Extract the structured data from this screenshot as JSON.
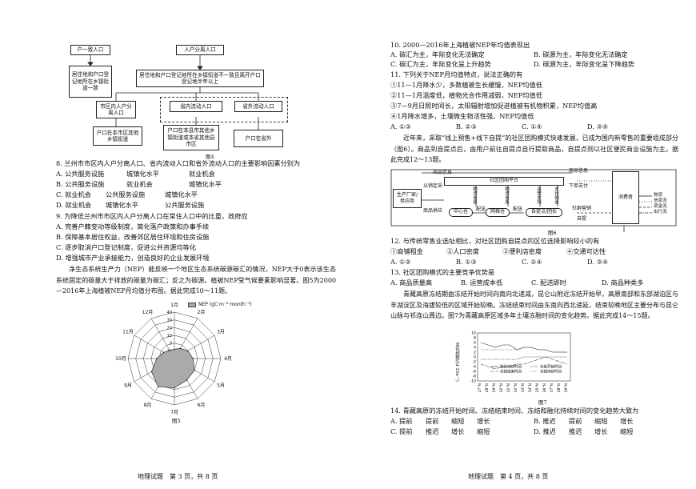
{
  "fig4": {
    "box_a": "户一致人口",
    "box_b": "居住地和户口登记地所在乡镇街道一致",
    "box_c": "人户分离人口",
    "box_d": "居住地和户口登记地所在乡镇街道不一致且离开户口登记地半年以上",
    "box_e": "市区内人户分离人口",
    "box_f": "省内流动人口",
    "box_g": "省外流动人口",
    "box_h": "户口在本市区其他乡镇街道",
    "box_i": "户口在本县市其他乡镇街道或本省其他县市区",
    "box_j": "户口在省外",
    "caption": "图4"
  },
  "q8": {
    "stem": "8. 兰州市市区内人户分离人口、省内流动人口和省外流动人口的主要影响因素分别为",
    "options": [
      [
        "A. 公共服务设施",
        "城镇化水平",
        "就业机会"
      ],
      [
        "B. 公共服务设施",
        "就业机会",
        "城镇化水平"
      ],
      [
        "C. 就业机会",
        "公共服务设施",
        "城镇化水平"
      ],
      [
        "D. 就业机会",
        "城镇化水平",
        "公共服务设施"
      ]
    ]
  },
  "q9": {
    "stem": "9. 为降低兰州市市区内人户分离人口在常住人口中的比重，政府应",
    "options": [
      "A. 完善户籍变动等级制度，简化落户政策和办事手续",
      "B. 保障基本居住权益，改善郊区居住环境和住房设施",
      "C. 逐步取消户口登记制度，促进公共资源均等化",
      "D. 增强城市产业承接能力，创造良好的企业发展环境"
    ]
  },
  "passage_nep": "净生态系统生产力（NEP）能反映一个地区生态系统碳源碳汇的情况，NEP大于0表示该生态系统固定的碳量大于排放的碳量为碳汇；反之为碳源。植被NEP受气候要素影响显著。图5为2000—2016年上海植被NEP月均值分布图。据此完成10～11题。",
  "fig5": {
    "legend": "NEP (gC·m⁻²·month⁻¹)",
    "months": [
      "1月",
      "2月",
      "3月",
      "4月",
      "5月",
      "6月",
      "7月",
      "8月",
      "9月",
      "10月",
      "11月",
      "12月"
    ],
    "ticks": [
      "40",
      "30",
      "20",
      "10",
      "0",
      "-10",
      "-20"
    ],
    "caption": "图5"
  },
  "chart_data": {
    "type": "radar",
    "categories": [
      "1月",
      "2月",
      "3月",
      "4月",
      "5月",
      "6月",
      "7月",
      "8月",
      "9月",
      "10月",
      "11月",
      "12月"
    ],
    "values": [
      -8,
      -5,
      0,
      4,
      10,
      12,
      18,
      22,
      14,
      3,
      -4,
      -8
    ],
    "ylim": [
      -20,
      40
    ],
    "legend": "NEP (gC·m⁻²·month⁻¹)"
  },
  "footer_left": "地理试题　第 3 页，共 8 页",
  "footer_right": "地理试题　第 4 页，共 8 页",
  "q10": {
    "stem": "10. 2000—2016年上海植被NEP年均值表现出",
    "options": [
      "A. 碳汇为主，年际变化无法确定",
      "B. 碳源为主，年际变化无法确定",
      "C. 碳汇为主，年际变化呈上升趋势",
      "D. 碳源为主，年际变化呈下降趋势"
    ]
  },
  "q11": {
    "stem": "11. 下列关于NEP月均值特点，说法正确的有",
    "items": [
      "①11—1月降水少，多数植被生长缓慢，NEP均值低",
      "②11—1月温度低，植物光合作用减弱，NEP均值低",
      "③7—9月日照时间长，太阳辐射增加促进植被有机物积累，NEP均值高",
      "④1月降水增多，土壤微生物活性强，NEP均值低"
    ],
    "options": [
      "A. ①③",
      "B. ②③",
      "C. ①④",
      "D. ③④"
    ]
  },
  "passage_group": "近年来，采取“线上预售+线下自提”的社区团购模式快速发展，已成为国内新零售的重要组成部分（图6）。商品到自提点后，由用户前往自提点自行提取商品，自提点则以社区便民商业设施为主。据此完成12～13题。",
  "fig6": {
    "producer": "生产厂家/供应商",
    "info_top": "商品信息",
    "platform": "社区团购平台",
    "info_right": "商品信息",
    "order": "以销定采",
    "dispatch": "下单支付",
    "cols": [
      "物流信息",
      "物流信息",
      "运营支持",
      "支付佣金"
    ],
    "supply": "商品供应",
    "center": "中心仓",
    "deliver1": "配送",
    "grid": "网格仓",
    "deliver2": "配送",
    "pickup": "自提点/团长",
    "pick": "自提",
    "claim": "社群营销",
    "consumer": "消费者",
    "legend": [
      "物流",
      "信息流",
      "资金流",
      "出行流"
    ],
    "caption": "图6"
  },
  "q12": {
    "stem": "12. 与传统零售业选址相比，对社区团购自提点的区位选择影响较小的有",
    "items": [
      "①商铺租金",
      "②人口密度",
      "③便利店密度",
      "④交通可达性"
    ],
    "options": [
      "A. ①②",
      "B. ①③",
      "C. ②④",
      "D. ③④"
    ]
  },
  "q13": {
    "stem": "13. 社区团购模式的主要竞争优势是",
    "options": [
      "A. 商品质量高",
      "B. 运营成本低",
      "C. 配送即时",
      "D. 商品种类多"
    ]
  },
  "passage_qt": "青藏高原冻结期由冻结开始时间向南向北递减，昆仑山附近冻结开始早，高原南部和东部湖泊区与羊湖淀区及海拔较低的区域开始较晚。冻结结束时间由东南向西北递延，结束较晚地区主要分布与昆仑山脉与祁连山周边。图7为青藏高原区域多年土壤冻融时间的变化趋势。据此完成14～15题。",
  "fig7": {
    "ylabel": "变化趋势/(d·10a⁻¹)",
    "yticks": [
      "10",
      "8",
      "6",
      "4",
      "2",
      "0",
      "-2",
      "-4",
      "-6",
      "-8",
      "-10"
    ],
    "xticks": [
      "27°N",
      "28°N",
      "29°N",
      "30°N",
      "31°N",
      "32°N",
      "33°N",
      "34°N",
      "35°N",
      "36°N",
      "37°N",
      "38°N",
      "39°N"
    ],
    "legend": [
      "融化持续时间",
      "冻结开始时间",
      "冻结结束时间",
      "冻结持续时间"
    ],
    "caption": "图7"
  },
  "q14": {
    "stem": "14. 青藏高原的冻结开始时间、冻结结束时间、冻结和融化持续时间的变化趋势大致为",
    "options": [
      [
        "A. 提前",
        "提前",
        "缩短",
        "增长"
      ],
      [
        "B. 推迟",
        "提前",
        "缩短",
        "增长"
      ],
      [
        "C. 提前",
        "推迟",
        "增长",
        "缩短"
      ],
      [
        "D. 推迟",
        "推迟",
        "增长",
        "缩短"
      ]
    ]
  }
}
